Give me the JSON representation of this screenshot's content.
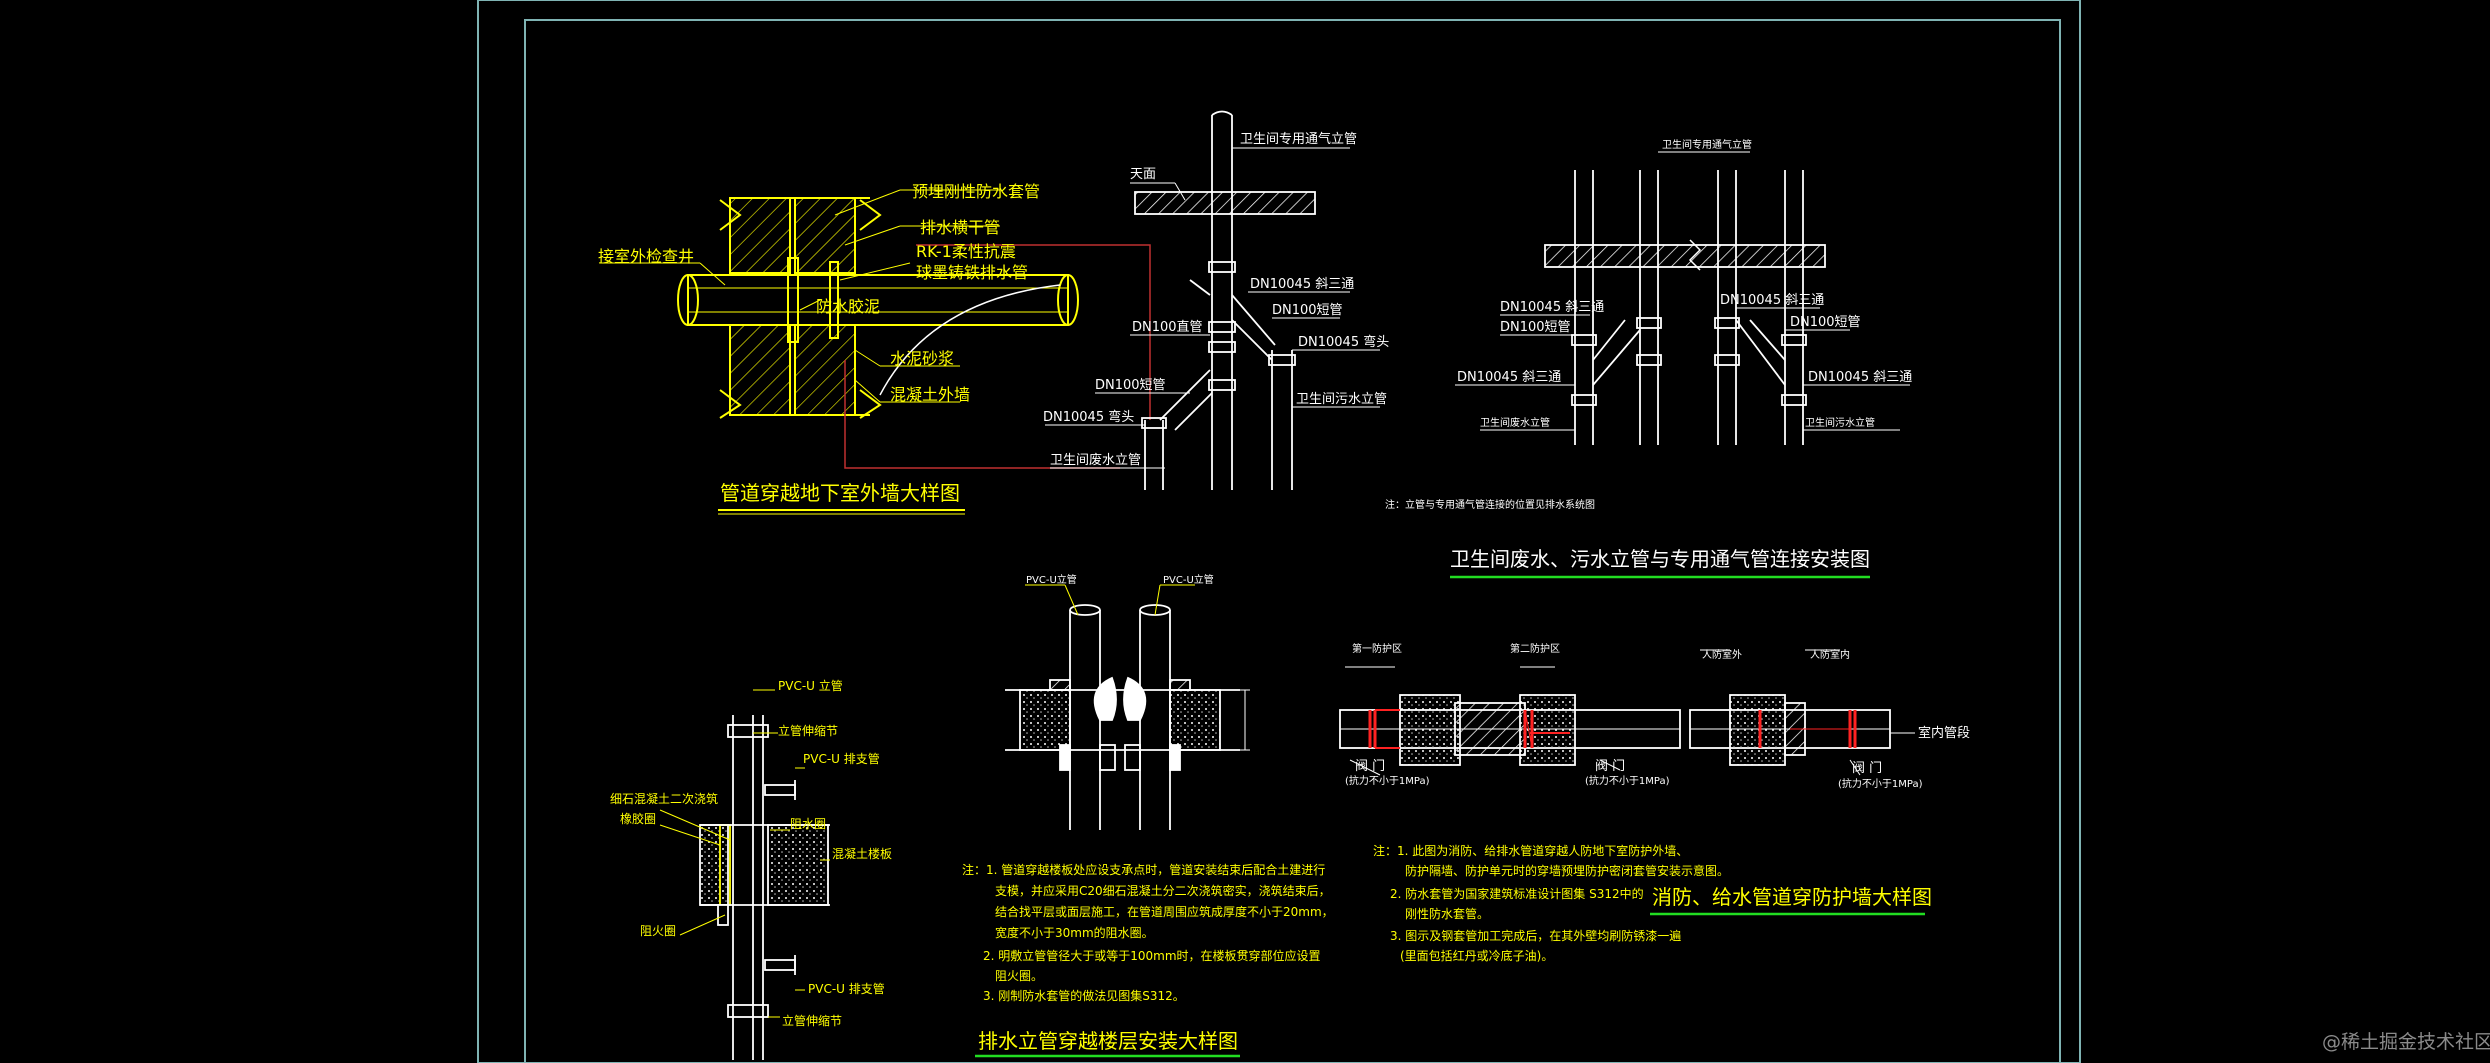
{
  "drawings": {
    "basement": {
      "title": "管道穿越地下室外墙大样图",
      "labels": {
        "sleeve": "预埋刚性防水套管",
        "drain_main": "排水横干管",
        "rk1": "RK-1柔性抗震",
        "cast_iron": "球墨铸铁排水管",
        "inspection_well": "接室外检查井",
        "sealant": "防水胶泥",
        "mortar": "水泥砂浆",
        "concrete_wall": "混凝土外墙"
      }
    },
    "vent_single": {
      "labels": {
        "ceiling": "天面",
        "vent_riser": "卫生间专用通气立管",
        "tee1": "DN10045 斜三通",
        "dn100_straight": "DN100直管",
        "dn100_pipe": "DN100短管",
        "dn10045_elbow": "DN10045 弯头",
        "dn100_short": "DN100短管",
        "dn10045_elbow2": "DN10045 弯头",
        "sewage_riser": "卫生间污水立管",
        "waste_riser": "卫生间废水立管"
      }
    },
    "vent_double": {
      "title": "卫生间废水、污水立管与专用通气管连接安装图",
      "note": "注：立管与专用通气管连接的位置见排水系统图",
      "labels": {
        "vent_riser": "卫生间专用通气立管",
        "tee_l": "DN10045 斜三通",
        "dn100_l": "DN100短管",
        "tee_l2": "DN10045 斜三通",
        "waste_riser": "卫生间废水立管",
        "tee_r": "DN10045 斜三通",
        "dn100_r": "DN100短管",
        "tee_r2": "DN10045 斜三通",
        "sewage_riser": "卫生间污水立管"
      }
    },
    "riser_floor": {
      "title": "排水立管穿越楼层安装大样图",
      "labels": {
        "pvcu_riser": "PVC-U 立管",
        "expansion": "立管伸缩节",
        "pvcu_branch": "PVC-U 排支管",
        "fine_concrete": "细石混凝土二次浇筑",
        "rubber_ring": "橡胶圈",
        "water_stop": "阻水圈",
        "slab": "混凝土楼板",
        "fire_stop": "阻火圈",
        "pvcu_branch2": "PVC-U 排支管",
        "expansion2": "立管伸缩节",
        "pvc_left": "PVC-U立管",
        "pvc_right": "PVC-U立管"
      },
      "notes": [
        "注：1. 管道穿越楼板处应设支承点时，管道安装结束后配合土建进行",
        "支模，并应采用C20细石混凝土分二次浇筑密实，浇筑结束后，",
        "结合找平层或面层施工，在管道周围应筑成厚度不小于20mm，",
        "宽度不小于30mm的阻水圈。",
        "2. 明敷立管管径大于或等于100mm时，在楼板贯穿部位应设置",
        "阻火圈。",
        "3. 刚制防水套管的做法见图集S312。"
      ]
    },
    "fire_wall": {
      "title": "消防、给水管道穿防护墙大样图",
      "labels": {
        "zone1": "第一防护区",
        "zone2": "第二防护区",
        "valve_l": "阀  门",
        "valve_l_sub": "(抗力不小于1MPa)",
        "valve_r": "阀  门",
        "valve_r_sub": "(抗力不小于1MPa)",
        "valve_3": "阀  门",
        "valve_3_sub": "(抗力不小于1MPa)",
        "indoor_pipe": "室内管段",
        "outdoor": "人防室外",
        "indoor": "人防室内"
      },
      "notes": [
        "注：1. 此图为消防、给排水管道穿越人防地下室防护外墙、",
        "防护隔墙、防护单元时的穿墙预埋防护密闭套管安装示意图。",
        "2. 防水套管为国家建筑标准设计图集 S312中的",
        "刚性防水套管。",
        "3. 图示及钢套管加工完成后，在其外壁均刷防锈漆一遍",
        "(里面包括红丹或冷底子油)。"
      ]
    }
  },
  "watermark": "@稀土掘金技术社区",
  "colors": {
    "background": "#000000",
    "frame": "#7fb3b3",
    "yellow": "#ffff00",
    "white": "#ffffff",
    "green": "#22dd22",
    "red": "#ff2222",
    "leader": "#c03030"
  }
}
